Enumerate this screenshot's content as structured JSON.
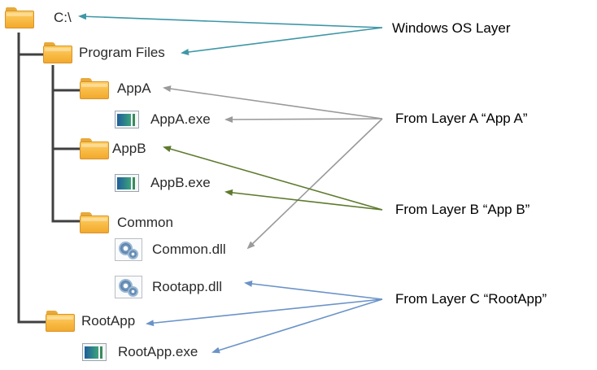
{
  "tree": {
    "root": "C:\\",
    "program_files": "Program Files",
    "appa": "AppA",
    "appa_exe": "AppA.exe",
    "appb": "AppB",
    "appb_exe": "AppB.exe",
    "common": "Common",
    "common_dll": "Common.dll",
    "rootapp_dll": "Rootapp.dll",
    "rootapp": "RootApp",
    "rootapp_exe": "RootApp.exe"
  },
  "notes": {
    "os_layer": "Windows OS Layer",
    "layer_a": "From Layer A “App A”",
    "layer_b": "From Layer B “App B”",
    "layer_c": "From Layer C “RootApp”"
  },
  "colors": {
    "tree_line": "#404040",
    "os_arrow": "#3e97a6",
    "layer_a_arrow": "#9a9a9a",
    "layer_b_arrow": "#5e7a2e",
    "layer_c_arrow": "#6a93c8"
  },
  "icons": {
    "folder": "folder-icon",
    "exe": "exe-icon",
    "dll": "dll-gear-icon"
  }
}
